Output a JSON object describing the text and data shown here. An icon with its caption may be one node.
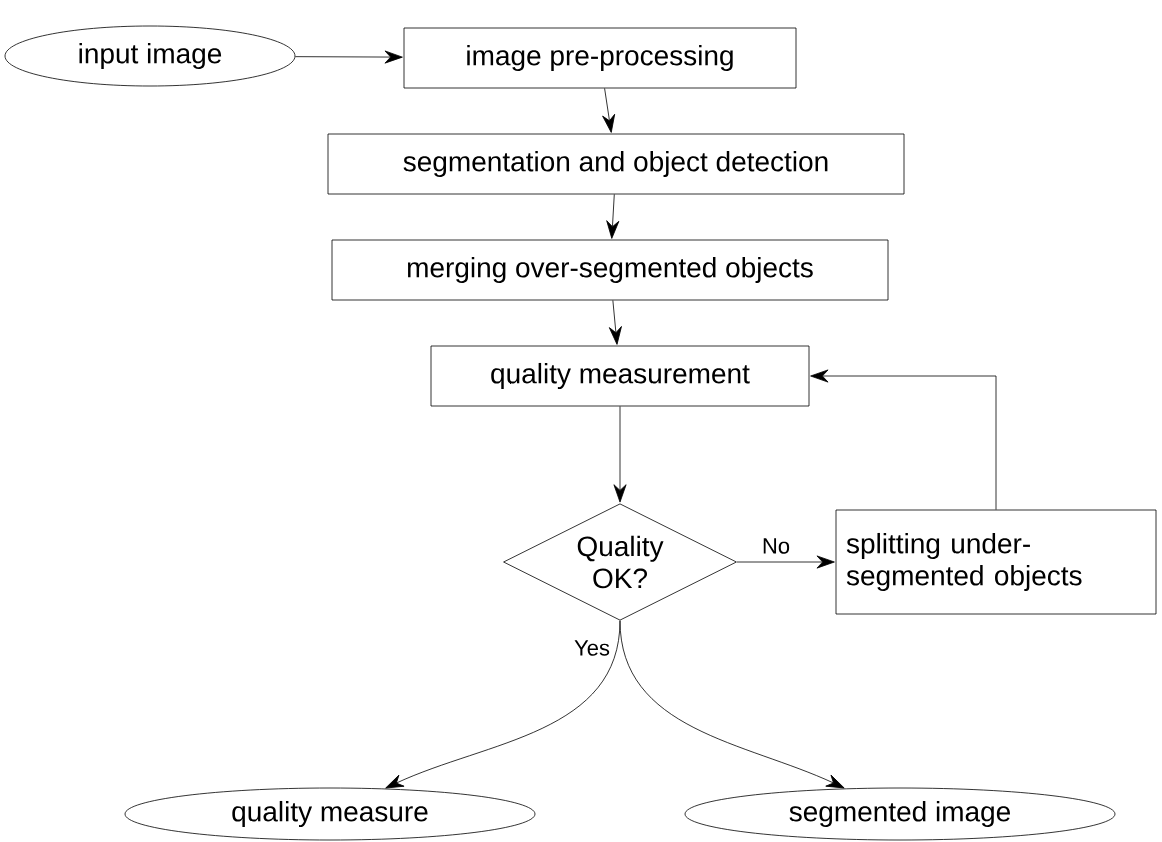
{
  "diagram": {
    "nodes": [
      {
        "text": [
          "input image"
        ]
      },
      {
        "text": [
          "image pre-processing"
        ]
      },
      {
        "text": [
          "segmentation and object detection"
        ]
      },
      {
        "text": [
          "merging over-segmented objects"
        ]
      },
      {
        "text": [
          "quality measurement"
        ]
      },
      {
        "text": [
          "Quality OK?"
        ]
      },
      {
        "text": [
          "splitting under-segmented objects"
        ]
      },
      {
        "text": [
          "quality measure"
        ]
      },
      {
        "text": [
          "segmented image"
        ]
      }
    ],
    "edges": [
      {
        "from": 0,
        "to": 1,
        "arrow": "to"
      },
      {
        "from": 1,
        "to": 2,
        "arrow": "to"
      },
      {
        "from": 2,
        "to": 3,
        "arrow": "to"
      },
      {
        "from": 3,
        "to": 4,
        "arrow": "to"
      },
      {
        "from": 4,
        "to": 5,
        "arrow": "to"
      },
      {
        "from": 5,
        "to": 6,
        "arrow": "to",
        "label": "No"
      },
      {
        "from": 6,
        "to": 4,
        "arrow": "to"
      },
      {
        "from": 5,
        "to": 7,
        "arrow": "to",
        "label": "Yes"
      },
      {
        "from": 5,
        "to": 8,
        "arrow": "to"
      }
    ]
  }
}
